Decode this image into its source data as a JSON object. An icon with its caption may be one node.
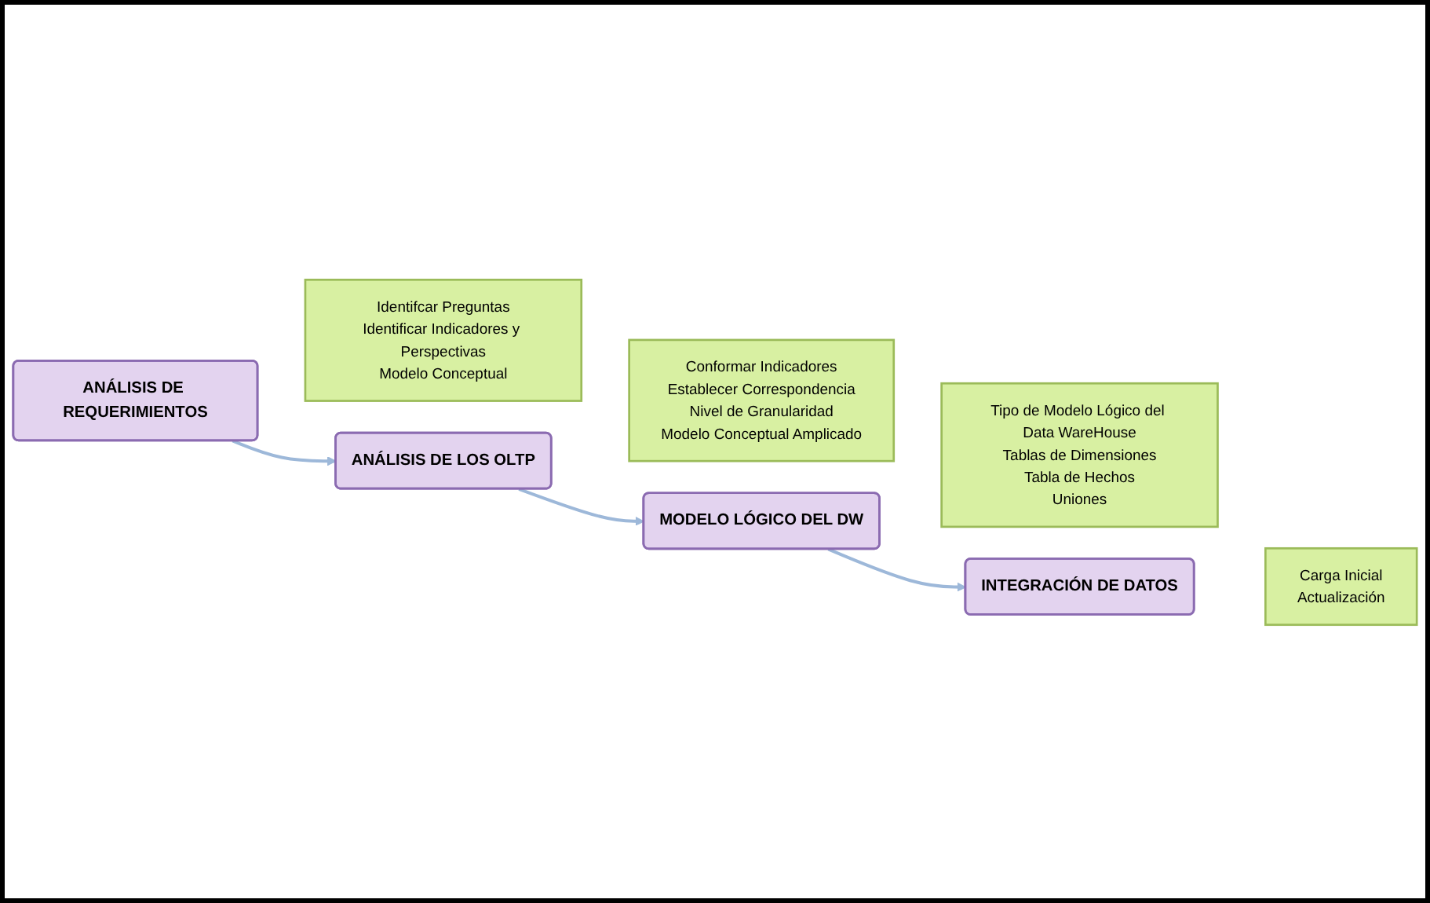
{
  "diagram": {
    "nodes": [
      {
        "text": [
          "ANÁLISIS DE REQUERIMIENTOS"
        ]
      },
      {
        "text": [
          "Identifcar Preguntas",
          "Identificar Indicadores y Perspectivas",
          "Modelo Conceptual"
        ]
      },
      {
        "text": [
          "ANÁLISIS DE LOS OLTP"
        ]
      },
      {
        "text": [
          "Conformar Indicadores",
          "Establecer Correspondencia",
          "Nivel de Granularidad",
          "Modelo Conceptual Amplicado"
        ]
      },
      {
        "text": [
          "MODELO LÓGICO DEL DW"
        ]
      },
      {
        "text": [
          "Tipo de Modelo Lógico del Data WareHouse",
          "Tablas de Dimensiones",
          "Tabla de Hechos",
          "Uniones"
        ]
      },
      {
        "text": [
          "INTEGRACIÓN DE DATOS"
        ]
      },
      {
        "text": [
          "Carga Inicial",
          "Actualización"
        ]
      }
    ],
    "edges": [
      {
        "from": 0,
        "to": 2,
        "arrow": "to"
      },
      {
        "from": 2,
        "to": 4,
        "arrow": "to"
      },
      {
        "from": 4,
        "to": 6,
        "arrow": "to"
      }
    ]
  }
}
